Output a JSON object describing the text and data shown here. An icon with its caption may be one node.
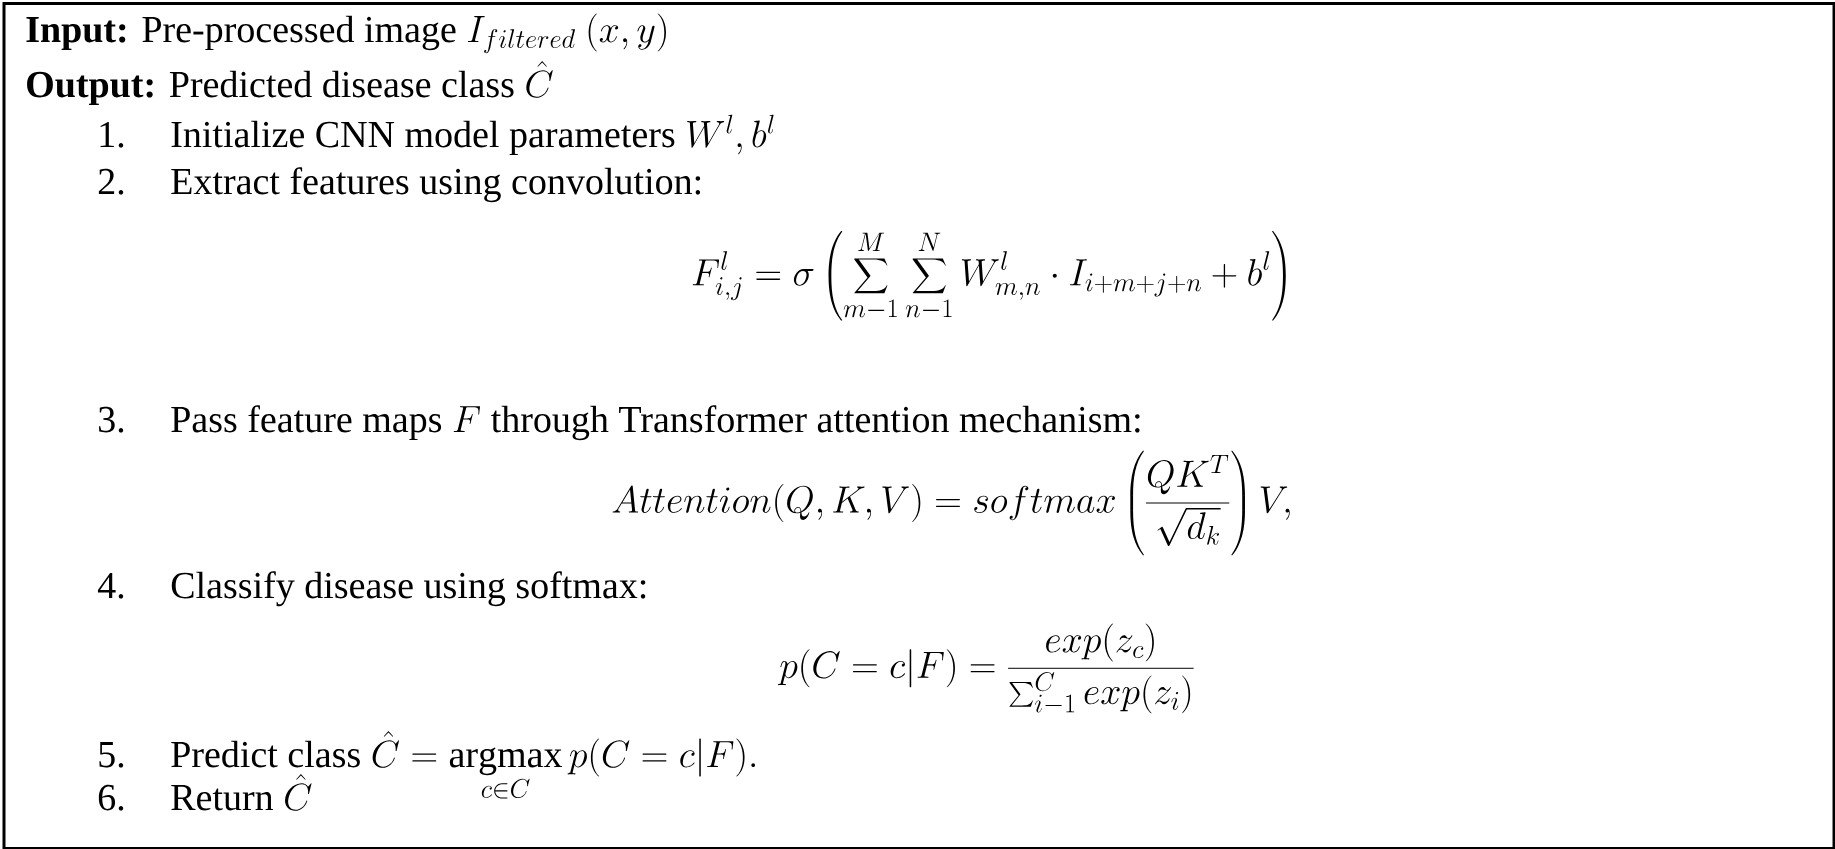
{
  "diagram": {
    "nodes": [
      {
        "text": [
          "**Input:** Pre-processed image",
          "I_{filtered}\\ (x,y)",
          "**Output:** Predicted disease class",
          "\\hat{C}",
          "1.",
          "Initialize CNN model parameters",
          "W^{l}, b^{l}",
          "2.",
          "Extract features using convolution:",
          "F^{l}_{i,j} = \\sigma\\left(\\sum_{m-1}^{M}\\sum_{n-1}^{N} W^{l}_{m,n}\\cdot I_{i+m+j+n} + b^{l}\\right)",
          "3.",
          "Pass feature maps",
          "F",
          "through Transformer attention mechanism:",
          "Attention(Q,K,V) = softmax\\left(\\frac{QK^{T}}{\\sqrt{d_{k}}}\\right)V,",
          "4.",
          "Classify disease using softmax:",
          "p(C = c|F) = \\frac{exp(z_{c})}{\\sum_{i-1}^{C} exp(z_{i})}",
          "5.",
          "Predict class",
          "\\hat{C} = \\mathop{\\mathrm{argmax}}\\limits_{c\\in C} p(C = c|F).",
          "6.",
          "Return",
          "\\hat{C}"
        ]
      }
    ]
  }
}
